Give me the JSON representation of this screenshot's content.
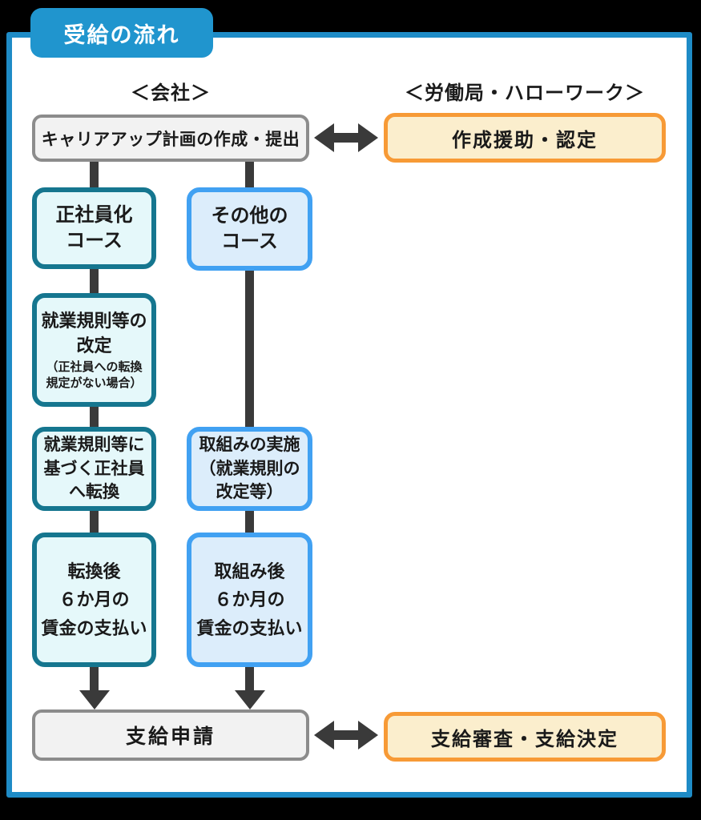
{
  "title_badge": {
    "label": "受給の流れ"
  },
  "columns": {
    "company": {
      "header": "＜会社＞"
    },
    "bureau": {
      "header": "＜労働局・ハローワーク＞"
    }
  },
  "flow": {
    "plan_box": {
      "label": "キャリアアップ計画の作成・提出"
    },
    "assist_box": {
      "label": "作成援助・認定"
    },
    "left_course": {
      "course": "正社員化\nコース",
      "step2_main": "就業規則等の\n改定",
      "step2_sub": "（正社員への転換\n規定がない場合）",
      "step3": "就業規則等に\n基づく正社員\nへ転換",
      "step4": "転換後\n６か月の\n賃金の支払い"
    },
    "right_course": {
      "course": "その他の\nコース",
      "step2": "取組みの実施\n（就業規則の\n改定等）",
      "step3": "取組み後\n６か月の\n賃金の支払い"
    },
    "apply_box": {
      "label": "支給申請"
    },
    "decide_box": {
      "label": "支給審査・支給決定"
    }
  },
  "colors": {
    "frame_blue": "#1e8bc6",
    "badge_blue": "#2095ce",
    "teal_border": "#15768f",
    "teal_fill": "#e5f8fa",
    "blue_border": "#41a1f2",
    "blue_fill": "#dcedfb",
    "orange_border": "#f79a36",
    "orange_fill": "#fbeecd",
    "gray_border": "#8c8c8c",
    "gray_fill": "#f2f2f2",
    "arrow_dark": "#3a3a3a",
    "text": "#1a1a1a",
    "badge_text": "#ffffff"
  }
}
